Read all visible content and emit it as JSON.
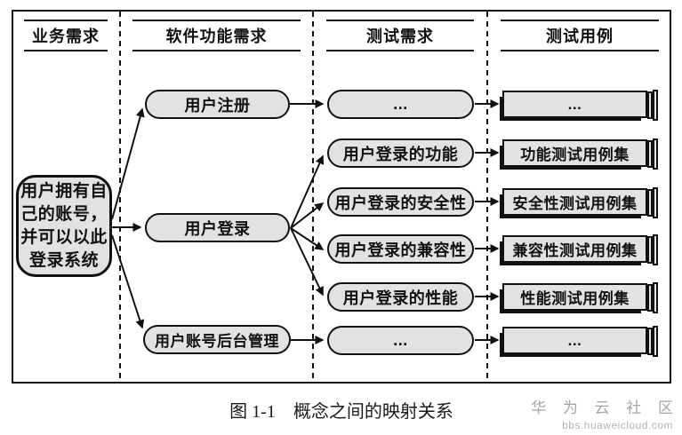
{
  "figure": {
    "columns": [
      {
        "label": "业务需求"
      },
      {
        "label": "软件功能需求"
      },
      {
        "label": "测试需求"
      },
      {
        "label": "测试用例"
      }
    ],
    "business_node": {
      "lines": [
        "用户拥有自",
        "己的账号，",
        "并可以以此",
        "登录系统"
      ]
    },
    "software_nodes": [
      {
        "label": "用户注册"
      },
      {
        "label": "用户登录"
      },
      {
        "label": "用户账号后台管理"
      }
    ],
    "test_req_nodes": [
      "...",
      "用户登录的功能",
      "用户登录的安全性",
      "用户登录的兼容性",
      "用户登录的性能",
      "..."
    ],
    "test_case_nodes": [
      "...",
      "功能测试用例集",
      "安全性测试用例集",
      "兼容性测试用例集",
      "性能测试用例集",
      "..."
    ],
    "caption": {
      "tag": "图 1-1",
      "text": "概念之间的映射关系"
    },
    "watermark": {
      "title": "华 为 云 社 区",
      "url": "bbs.huaweicloud.com"
    }
  },
  "colors": {
    "node_fill": "#e2e2e2",
    "line": "#111111",
    "watermark": "#a5a5a5"
  }
}
